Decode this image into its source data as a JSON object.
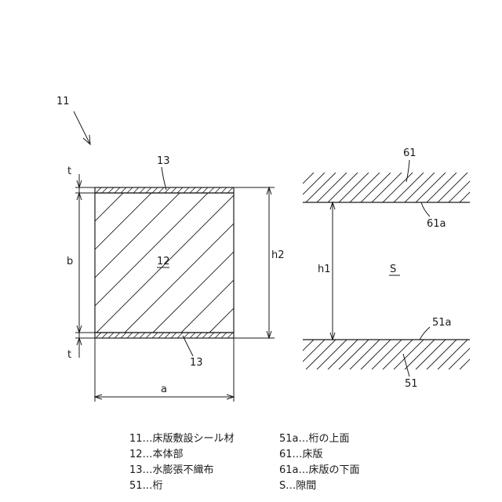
{
  "labels": {
    "ref_11": "11",
    "ref_13_top": "13",
    "ref_13_bottom": "13",
    "ref_12": "12",
    "ref_61": "61",
    "ref_61a": "61a",
    "ref_51a": "51a",
    "ref_51": "51",
    "ref_S": "S",
    "dim_t_top": "t",
    "dim_t_bottom": "t",
    "dim_b": "b",
    "dim_h2": "h2",
    "dim_h1": "h1",
    "dim_a": "a"
  },
  "legend": [
    {
      "text": "11…床版敷設シール材"
    },
    {
      "text": "12…本体部"
    },
    {
      "text": "13…水膨張不織布"
    },
    {
      "text": "51…桁"
    },
    {
      "text": "51a…桁の上面"
    },
    {
      "text": "61…床版"
    },
    {
      "text": "61a…床版の下面"
    },
    {
      "text": "S…隙間"
    }
  ],
  "colors": {
    "line": "#1a1a1a"
  }
}
